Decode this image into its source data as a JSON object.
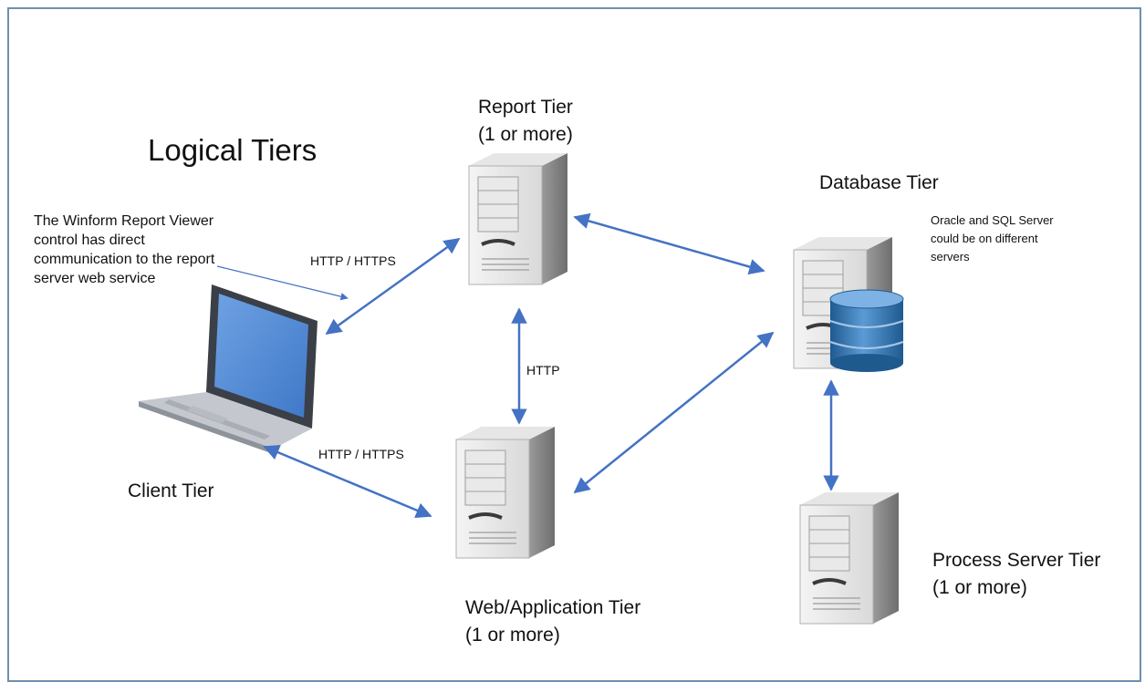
{
  "title": "Logical Tiers",
  "tiers": {
    "report": {
      "name": "Report Tier",
      "count": "(1 or more)"
    },
    "database": {
      "name": "Database Tier"
    },
    "client": {
      "name": "Client Tier"
    },
    "web": {
      "name": "Web/Application Tier",
      "count": "(1 or more)"
    },
    "process": {
      "name": "Process Server Tier",
      "count": "(1 or more)"
    }
  },
  "connections": {
    "client_report": "HTTP / HTTPS",
    "report_web": "HTTP",
    "client_web": "HTTP / HTTPS"
  },
  "notes": {
    "winform": "The Winform Report Viewer control has direct communication to the report server web service",
    "database": "Oracle and SQL Server could be on different servers"
  },
  "colors": {
    "arrow": "#4472c4",
    "frame": "#6f8fb0",
    "db_cylinder": "#2e6da4",
    "laptop_screen": "#4f86d0"
  }
}
